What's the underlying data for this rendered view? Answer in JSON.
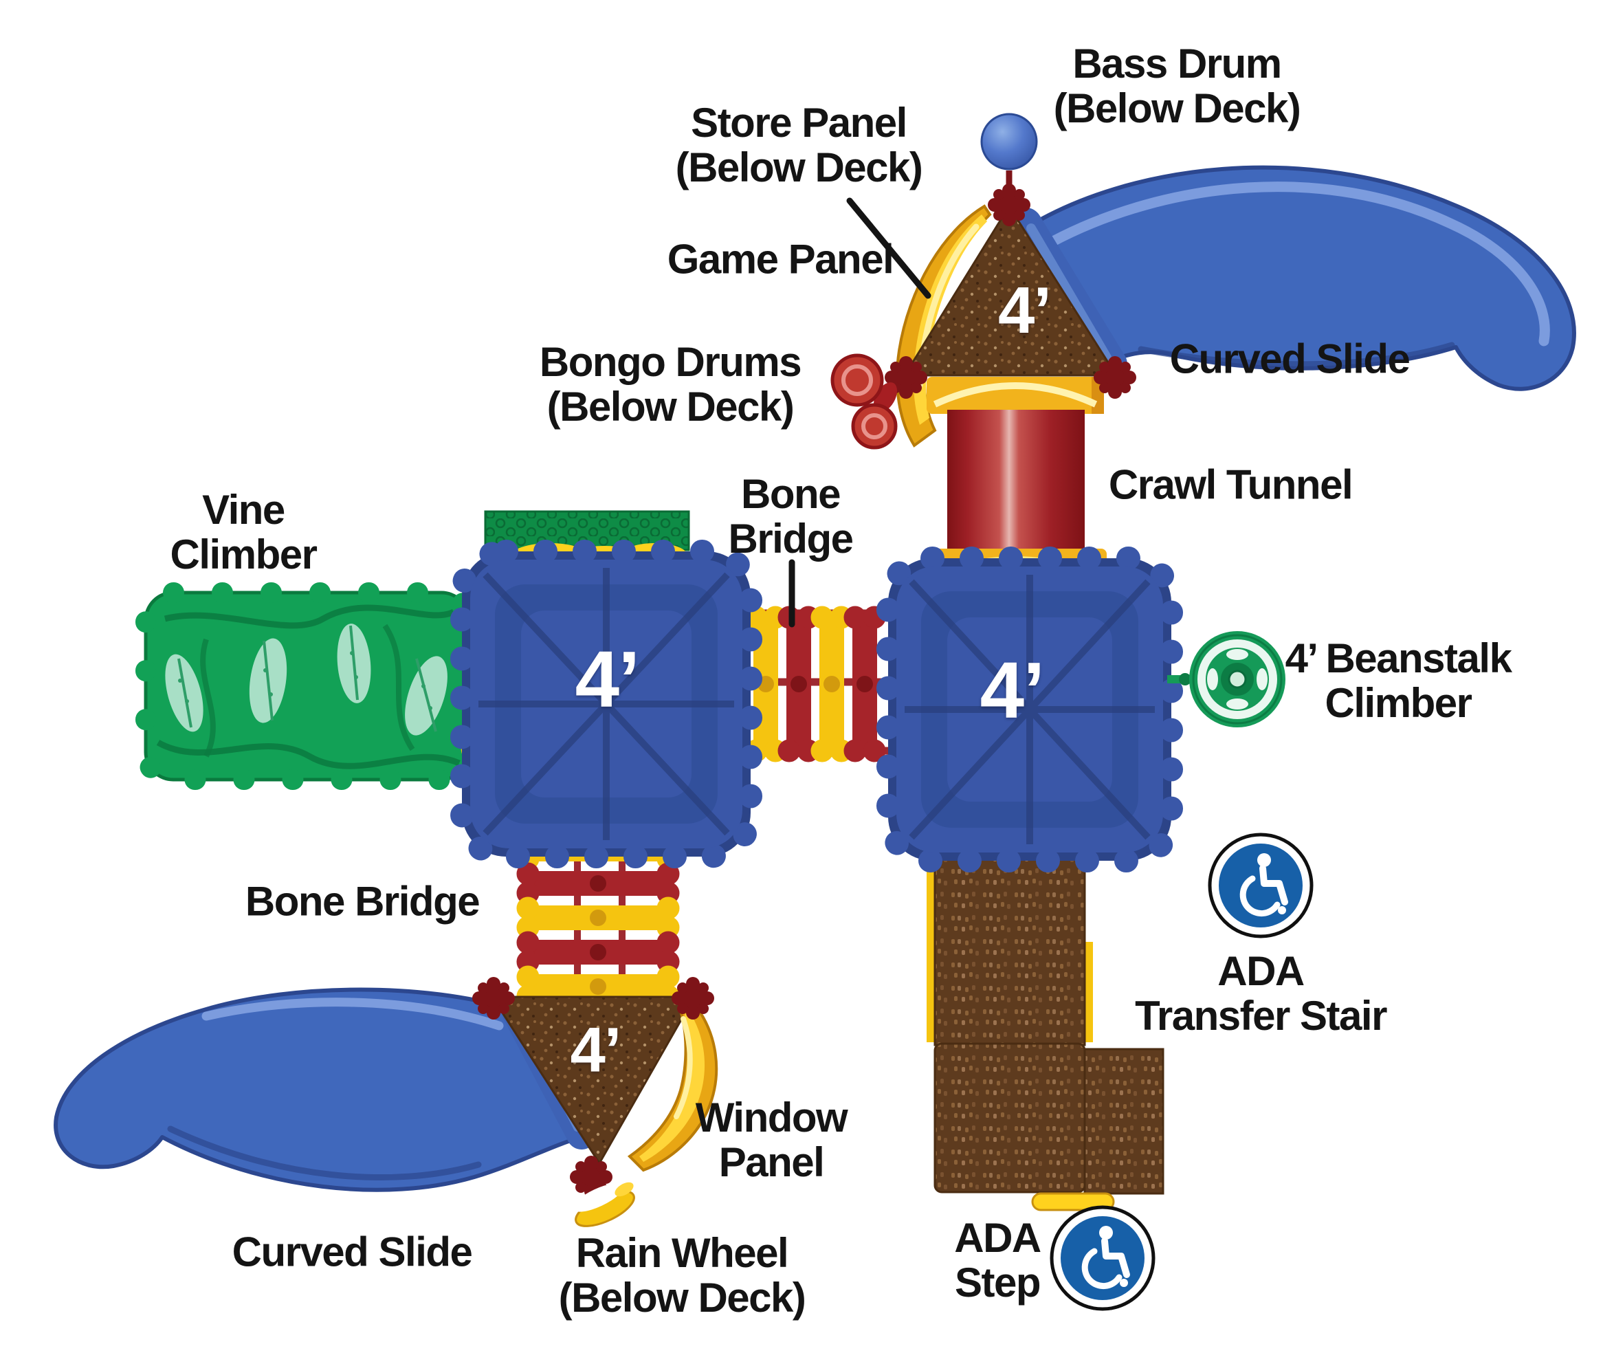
{
  "diagram_type": "playground-structure-top-view",
  "labels": {
    "bass_drum": {
      "line1": "Bass Drum",
      "line2": "(Below Deck)"
    },
    "store_panel": {
      "line1": "Store Panel",
      "line2": "(Below Deck)"
    },
    "game_panel": "Game Panel",
    "bongo_drums": {
      "line1": "Bongo Drums",
      "line2": "(Below Deck)"
    },
    "curved_slide_top": "Curved Slide",
    "crawl_tunnel": "Crawl Tunnel",
    "vine_climber": {
      "line1": "Vine",
      "line2": "Climber"
    },
    "bone_bridge_center": {
      "line1": "Bone",
      "line2": "Bridge"
    },
    "beanstalk": {
      "line1": "4’ Beanstalk",
      "line2": "Climber"
    },
    "bone_bridge_left": "Bone Bridge",
    "ada_transfer": {
      "line1": "ADA",
      "line2": "Transfer Stair"
    },
    "window_panel": {
      "line1": "Window",
      "line2": "Panel"
    },
    "curved_slide_bottom": "Curved Slide",
    "rain_wheel": {
      "line1": "Rain Wheel",
      "line2": "(Below Deck)"
    },
    "ada_step": {
      "line1": "ADA",
      "line2": "Step"
    }
  },
  "deck_height_labels": {
    "top_triangle": "4’",
    "left_square": "4’",
    "right_square": "4’",
    "bottom_triangle": "4’"
  },
  "icons": {
    "ada_transfer_icon": "wheelchair-icon",
    "ada_step_icon": "wheelchair-icon"
  },
  "colors": {
    "slide_blue": "#4068BC",
    "deck_blue": "#3A57A8",
    "deck_brown": "#5D3A1C",
    "tunnel_red": "#A6242A",
    "accent_yellow": "#F5C410",
    "vine_green": "#12A156",
    "roof_green": "#0E8C46",
    "connector_maroon": "#7E1418",
    "ada_badge_blue": "#1760A8",
    "label_text": "#141414"
  }
}
